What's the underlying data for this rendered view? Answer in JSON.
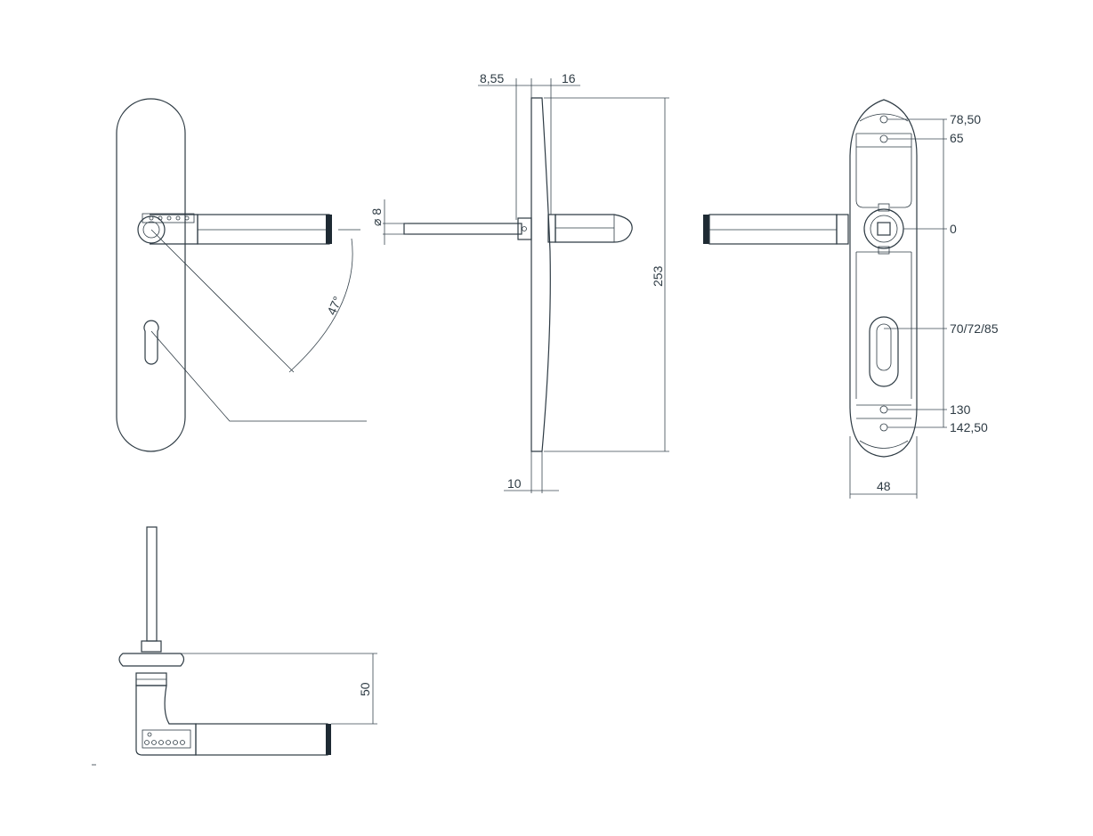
{
  "dimensions": {
    "d_8_55": "8,55",
    "d_16": "16",
    "d_253": "253",
    "d_10": "10",
    "spindle": "⌀ 8",
    "angle": "47°",
    "d_50": "50",
    "d_78_50": "78,50",
    "d_65": "65",
    "d_0": "0",
    "d_70_72_85": "70/72/85",
    "d_130": "130",
    "d_142_50": "142,50",
    "d_48": "48"
  },
  "colors": {
    "line": "#2e3b44",
    "background": "#ffffff"
  }
}
